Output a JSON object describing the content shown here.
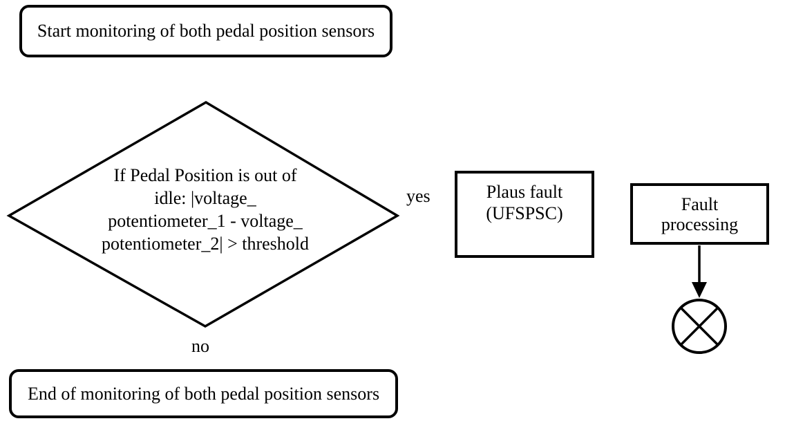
{
  "colors": {
    "line": "#000000",
    "background": "#ffffff"
  },
  "flowchart": {
    "start": {
      "label": "Start monitoring of both pedal position sensors"
    },
    "decision": {
      "text": "If Pedal Position is out of\nidle: |voltage_\npotentiometer_1 - voltage_\npotentiometer_2| > threshold"
    },
    "branches": {
      "yes": "yes",
      "no": "no"
    },
    "plaus_fault": {
      "text": "Plaus fault\n(UFSPSC)"
    },
    "fault_processing": {
      "text": "Fault\nprocessing"
    },
    "end": {
      "label": "End of monitoring of both pedal position sensors"
    },
    "terminator": {
      "icon": "crossed-circle"
    }
  }
}
